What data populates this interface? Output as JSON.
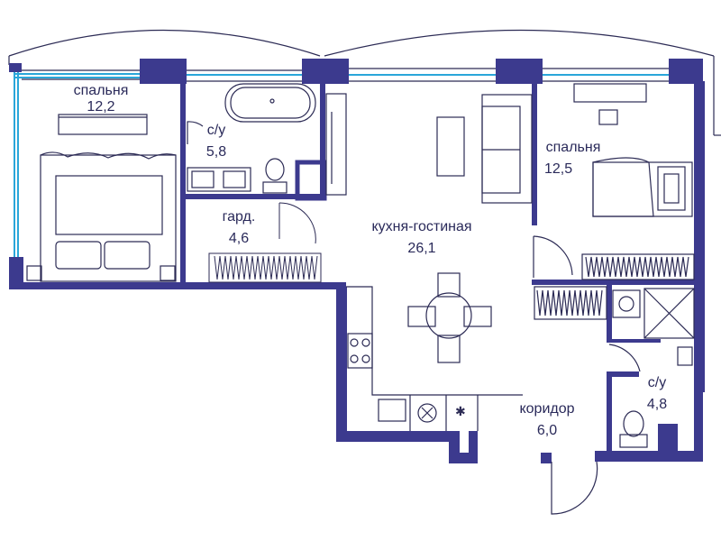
{
  "colors": {
    "wall": "#3c3a8e",
    "wall_dark": "#2c2a70",
    "furniture_line": "#2c2b55",
    "window_glass": "#2aa6d9",
    "text": "#2a2a5a",
    "background": "#ffffff"
  },
  "rooms": [
    {
      "id": "bedroom_left",
      "name": "спальня",
      "area": "12,2"
    },
    {
      "id": "bath_top",
      "name": "с/у",
      "area": "5,8"
    },
    {
      "id": "wardrobe",
      "name": "гард.",
      "area": "4,6"
    },
    {
      "id": "kitchen_living",
      "name": "кухня-гостиная",
      "area": "26,1"
    },
    {
      "id": "bedroom_right",
      "name": "спальня",
      "area": "12,5"
    },
    {
      "id": "corridor",
      "name": "коридор",
      "area": "6,0"
    },
    {
      "id": "bath_bottom",
      "name": "с/у",
      "area": "4,8"
    }
  ],
  "icons": [
    "bed-icon",
    "bathtub-icon",
    "sink-icon",
    "toilet-icon",
    "sofa-icon",
    "dining-table-icon",
    "stove-icon",
    "desk-icon",
    "shower-icon",
    "wardrobe-icon"
  ]
}
